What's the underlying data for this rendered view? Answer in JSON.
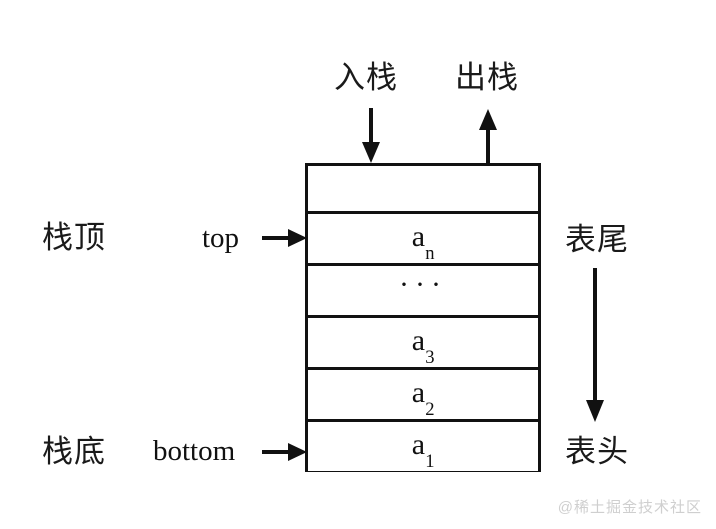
{
  "diagram": {
    "title": "stack-structure-diagram",
    "top_operations": [
      {
        "label": "入栈",
        "arrow": "arrow-down-icon",
        "meaning": "push"
      },
      {
        "label": "出栈",
        "arrow": "arrow-up-icon",
        "meaning": "pop"
      }
    ],
    "left_labels": [
      {
        "label": "栈顶",
        "pointer": "top",
        "pointer_arrow": "arrow-right-icon"
      },
      {
        "label": "栈底",
        "pointer": "bottom",
        "pointer_arrow": "arrow-right-icon"
      }
    ],
    "right_labels": {
      "top": "表尾",
      "bottom": "表头",
      "arrow": "arrow-down-long-icon"
    },
    "stack_cells": [
      {
        "id": "empty",
        "text": "",
        "subscript": ""
      },
      {
        "id": "an",
        "text": "a",
        "subscript": "n"
      },
      {
        "id": "ellipsis",
        "text": "···",
        "subscript": ""
      },
      {
        "id": "a3",
        "text": "a",
        "subscript": "3"
      },
      {
        "id": "a2",
        "text": "a",
        "subscript": "2"
      },
      {
        "id": "a1",
        "text": "a",
        "subscript": "1"
      }
    ],
    "colors": {
      "line": "#111111",
      "text": "#1a1a1a",
      "background": "#ffffff",
      "watermark": "#cfcfcf"
    }
  },
  "watermark": {
    "text": "@稀土掘金技术社区"
  }
}
